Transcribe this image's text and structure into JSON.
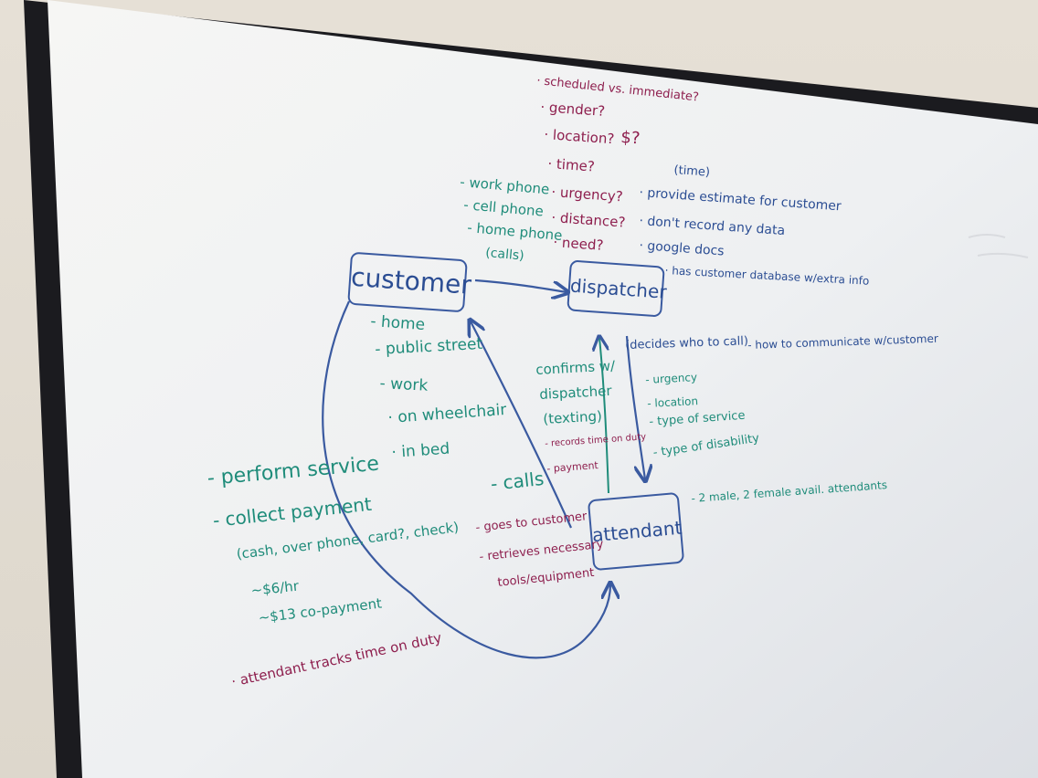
{
  "colors": {
    "blue_marker": "#2b4d93",
    "teal_marker": "#1f8c7a",
    "maroon_marker": "#8e1f4e",
    "board_frame": "#1b1b1f"
  },
  "nodes": {
    "customer": "customer",
    "dispatcher": "dispatcher",
    "attendant": "attendant"
  },
  "notes": {
    "top_questions": [
      "· scheduled vs. immediate?",
      "· gender?",
      "· location?",
      "· time?",
      "· urgency?",
      "· distance?",
      "· need?"
    ],
    "price_mark": "$?",
    "phone_list": [
      "- work phone",
      "- cell phone",
      "- home phone",
      "(calls)"
    ],
    "dispatcher_notes": {
      "time_tag": "(time)",
      "items": [
        "· provide estimate for customer",
        "· don't record any data",
        "· google docs",
        "· has customer database w/extra info"
      ]
    },
    "customer_locations": [
      "- home",
      "- public street",
      "- work",
      "· on wheelchair",
      "· in bed"
    ],
    "confirms": [
      "confirms w/",
      "dispatcher",
      "(texting)"
    ],
    "records": [
      "- records time on duty",
      "- payment"
    ],
    "decides": {
      "header": "(decides who to call)",
      "side": "- how to communicate w/customer",
      "items": [
        "- urgency",
        "- location",
        "- type of service",
        "- type of disability"
      ]
    },
    "attendants_available": "- 2 male, 2 female avail. attendants",
    "calls_label": "- calls",
    "goes_to": [
      "- goes to customer",
      "- retrieves necessary",
      "tools/equipment"
    ],
    "left_list": [
      "- perform service",
      "- collect payment",
      "(cash, over phone, card?, check)",
      "~$6/hr",
      "~$13 co-payment"
    ],
    "tracks_time": "· attendant tracks time on duty"
  }
}
